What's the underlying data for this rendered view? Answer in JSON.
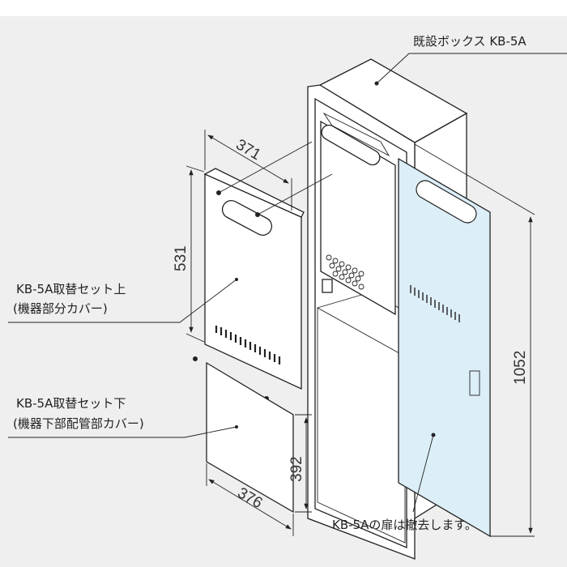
{
  "labels": {
    "existing_box": "既設ボックス KB-5A",
    "upper_set_name": "KB-5A取替セット上",
    "upper_set_desc": "(機器部分カバー)",
    "lower_set_name": "KB-5A取替セット下",
    "lower_set_desc": "(機器下部配管部カバー)",
    "door_note": "KB-5Aの扉は撤去します。"
  },
  "dimensions": {
    "upper_width": "371",
    "upper_height": "531",
    "lower_height": "392",
    "lower_width": "376",
    "box_height": "1052"
  },
  "colors": {
    "background": "#efefef",
    "door_fill": "#dceef8",
    "line": "#222222"
  }
}
